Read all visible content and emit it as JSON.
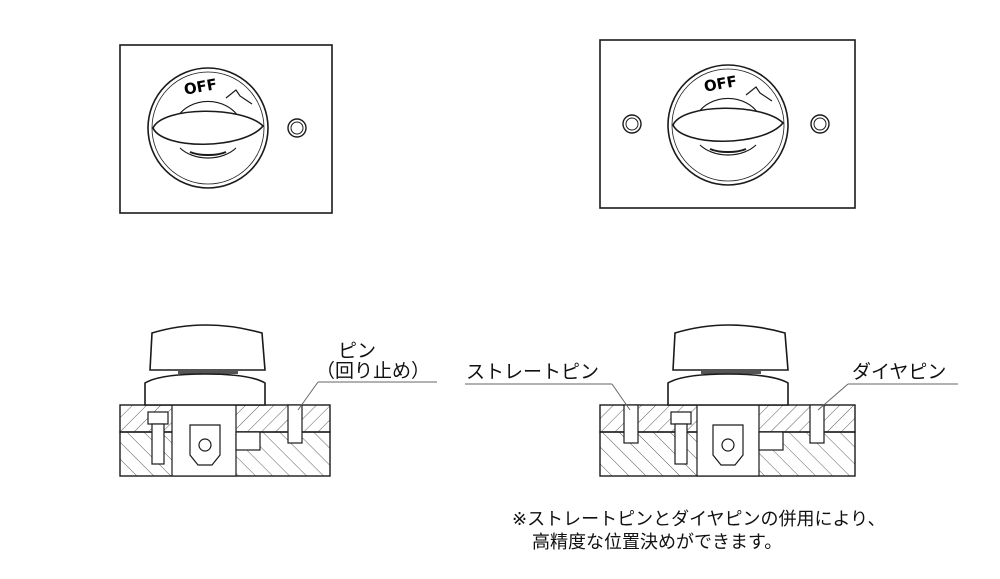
{
  "dial_text": "OFF",
  "labels": {
    "pin": "ピン",
    "pin_note": "（回り止め）",
    "straight_pin": "ストレートピン",
    "diamond_pin": "ダイヤピン"
  },
  "note": {
    "line1": "※ストレートピンとダイヤピンの併用により、",
    "line2": "高精度な位置決めができます。"
  },
  "colors": {
    "line": "#1a1a1a"
  }
}
